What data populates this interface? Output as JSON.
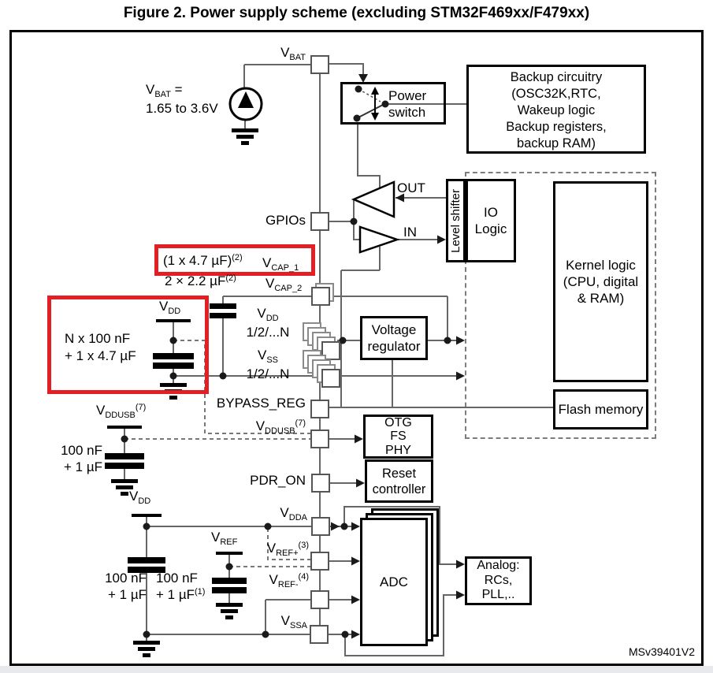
{
  "title": "Figure 2. Power supply scheme (excluding STM32F469xx/F479xx)",
  "watermark": "MSv39401V2",
  "colors": {
    "highlight_red": "#e31e24",
    "wire_gray": "#666666",
    "box_black": "#000000"
  },
  "labels": {
    "vbat_pin": {
      "base": "V",
      "sub": "BAT"
    },
    "vbat_source": {
      "base": "V",
      "sub": "BAT",
      "post": " =",
      "line2": "1.65 to 3.6V"
    },
    "gpios": "GPIOs",
    "vcap1_note": {
      "text": "(1 x 4.7 µF)",
      "sup": "(2)"
    },
    "vcap2_note": {
      "text": "2 × 2.2 µF",
      "sup": "(2)"
    },
    "vcap1": {
      "base": "V",
      "sub": "CAP_1"
    },
    "vcap2": {
      "base": "V",
      "sub": "CAP_2"
    },
    "vdd_decouple": {
      "base": "V",
      "sub": "DD"
    },
    "n_decap": {
      "line1": "N x 100 nF",
      "line2": "+ 1 x 4.7 µF"
    },
    "vdd_pins": {
      "base": "V",
      "sub": "DD",
      "line2": "1/2/...N"
    },
    "vss_pins": {
      "base": "V",
      "sub": "SS",
      "line2": "1/2/...N"
    },
    "bypass_reg": "BYPASS_REG",
    "vddusb_pin": {
      "base": "V",
      "sub": "DDUSB",
      "sup": "(7)"
    },
    "vddusb_cap": {
      "base": "V",
      "sub": "DDUSB",
      "sup": "(7)"
    },
    "usb_cap": {
      "line1": "100 nF",
      "line2": "+ 1 µF"
    },
    "pdr_on": "PDR_ON",
    "vdd_analog": {
      "base": "V",
      "sub": "DD"
    },
    "vdda": {
      "base": "V",
      "sub": "DDA"
    },
    "vref_plus": {
      "base": "V",
      "sub": "REF+",
      "sup": "(3)"
    },
    "vref": {
      "base": "V",
      "sub": "REF"
    },
    "vref_minus": {
      "base": "V",
      "sub": "REF-",
      "sup": "(4)"
    },
    "vssa": {
      "base": "V",
      "sub": "SSA"
    },
    "vdd_cap": {
      "line1": "100 nF",
      "line2": "+ 1 µF"
    },
    "vref_cap": {
      "line1": "100 nF",
      "line2": "+ 1 µF",
      "sup": "(1)"
    },
    "out_label": "OUT",
    "in_label": "IN"
  },
  "boxes": {
    "power_switch": {
      "lines": [
        "Power",
        "switch"
      ]
    },
    "backup": {
      "lines": [
        "Backup circuitry",
        "(OSC32K,RTC,",
        "Wakeup logic",
        "Backup registers,",
        "backup RAM)"
      ]
    },
    "level_shifter": {
      "label": "Level shifter"
    },
    "io_logic": {
      "lines": [
        "IO",
        "Logic"
      ]
    },
    "kernel": {
      "lines": [
        "Kernel logic",
        "(CPU, digital",
        "& RAM)"
      ]
    },
    "flash": {
      "label": "Flash memory"
    },
    "voltage_regulator": {
      "lines": [
        "Voltage",
        "regulator"
      ]
    },
    "otg": {
      "lines": [
        "OTG",
        "FS",
        "PHY"
      ]
    },
    "reset": {
      "lines": [
        "Reset",
        "controller"
      ]
    },
    "adc": {
      "label": "ADC"
    },
    "analog": {
      "lines": [
        "Analog:",
        "RCs,",
        "PLL,.."
      ]
    }
  }
}
